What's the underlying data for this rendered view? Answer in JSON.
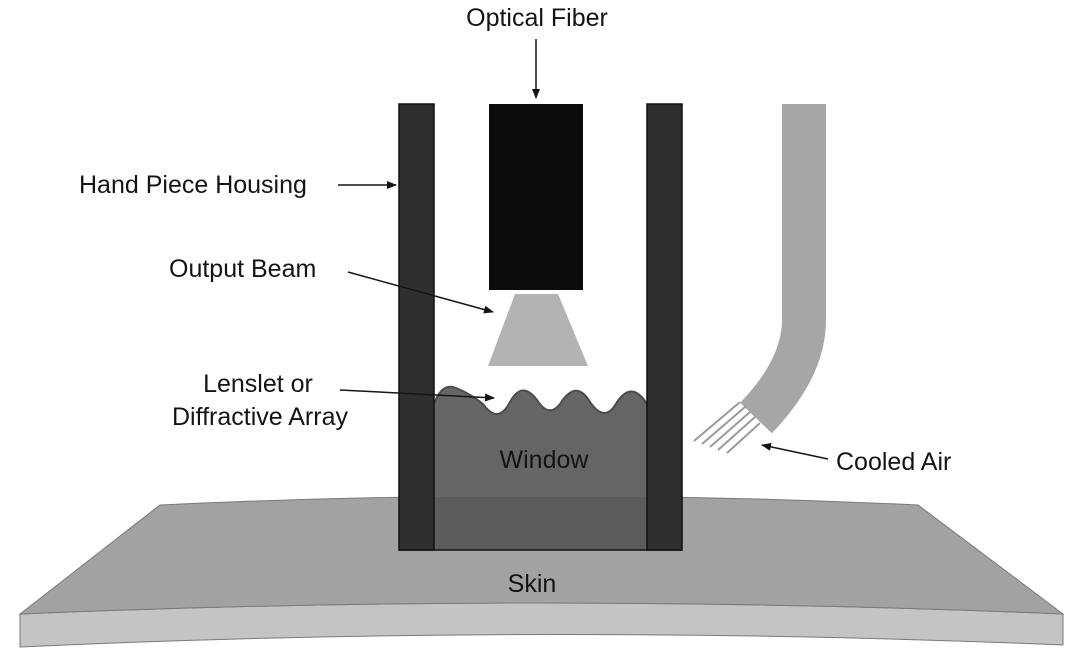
{
  "labels": {
    "optical_fiber": "Optical Fiber",
    "hand_piece_housing": "Hand Piece Housing",
    "output_beam": "Output Beam",
    "lenslet_line1": "Lenslet or",
    "lenslet_line2": "Diffractive Array",
    "window": "Window",
    "cooled_air": "Cooled Air",
    "skin": "Skin"
  },
  "colors": {
    "housing": "#2e2e2e",
    "fiber": "#0c0c0c",
    "beam": "#b3b3b3",
    "window": "#656565",
    "window_lower": "#5c5c5c",
    "skin_top": "#a2a2a2",
    "skin_front": "#c4c4c4",
    "air_tube": "#a6a6a6",
    "text": "#141414"
  }
}
